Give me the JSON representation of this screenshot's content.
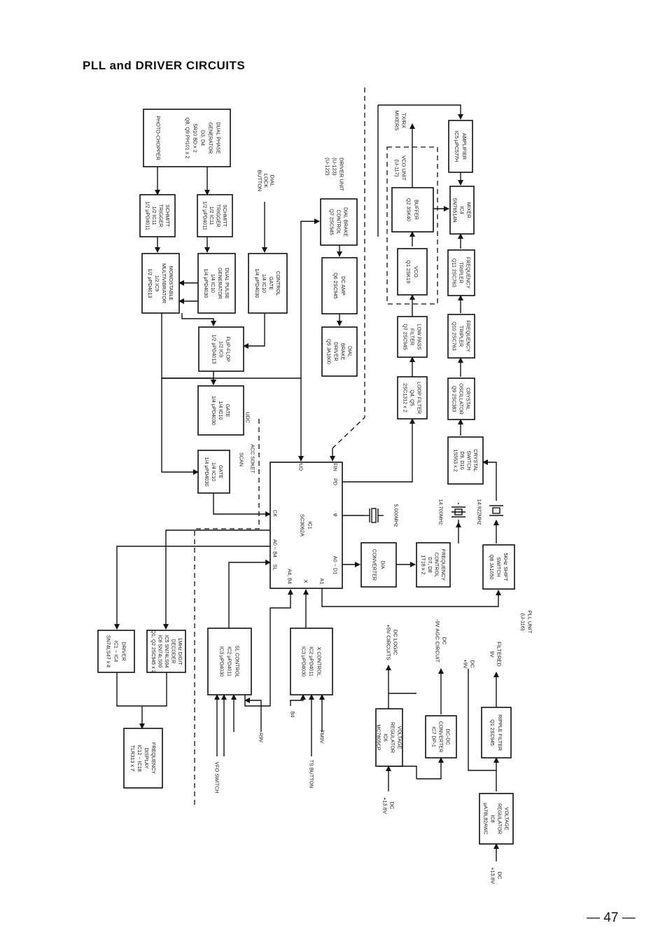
{
  "page": {
    "title": "PLL and DRIVER CIRCUITS",
    "number": "— 47 —"
  },
  "blocks": {
    "photo_chopper": [
      "PHOTO-CHOPPER"
    ],
    "dual_phase_gen": [
      "DUAL PHASE",
      "GENERATOR",
      "D3, D4",
      "SR10 BD x 2",
      "Q8, Q9 PH101 x 2"
    ],
    "schmitt_1": [
      "SCHMITT",
      "TRIGGER",
      "1/2 IC11",
      "1/2 μPD4011"
    ],
    "schmitt_2": [
      "SCHMITT",
      "TRIGGER",
      "1/2 IC11",
      "1/2 μPD4011"
    ],
    "monostable": [
      "MONOSTABLE",
      "MULTIVIBRATOR",
      "1/2 IC9",
      "1/2 μPD4013"
    ],
    "dual_pulse_gen": [
      "DUAL PULSE",
      "GENERATOR",
      "1/4 IC10",
      "1/4 μPD4030"
    ],
    "control_gate": [
      "CONTROL",
      "GATE",
      "1/4 IC10",
      "1/4 μPD4030"
    ],
    "flip_flop": [
      "FLIP-FLOP",
      "1/2 IC9",
      "1/2 μPD4013"
    ],
    "gate_udc": [
      "GATE",
      "1/4 IC10",
      "1/4 μPD4030"
    ],
    "gate_scan": [
      "GATE",
      "1/4 IC10",
      "1/4 μPD4030"
    ],
    "dial_brake_control": [
      "DIAL BRAKE",
      "CONTROL",
      "Q7 2SC945"
    ],
    "dc_amp": [
      "DC AMP",
      "Q6 2SC945"
    ],
    "dial_brake_driver": [
      "DIAL",
      "BRAKE",
      "DRIVER",
      "Q5 JA1600"
    ],
    "ic1": [
      "IC1",
      "SC3062A"
    ],
    "loop_filter": [
      "LOOP FILTER",
      "Q4, Q5",
      "2SC1312 x 2"
    ],
    "low_pass_filter": [
      "LOW PASS",
      "FILTER",
      "Q7 2SC945"
    ],
    "vco": [
      "VCO",
      "Q1 2SK19"
    ],
    "buffer": [
      "BUFFER",
      "Q2 3SK40"
    ],
    "amplifier": [
      "AMPLIFIER",
      "IC5 μPC577H"
    ],
    "mixer": [
      "MIXER",
      "IC4",
      "SN76514N"
    ],
    "freq_tripler_1": [
      "FREQUENCY",
      "TRIPLER",
      "Q11 2SC763"
    ],
    "freq_tripler_2": [
      "FREQUENCY",
      "TRIPLER",
      "Q10 2SC763"
    ],
    "crystal_osc": [
      "CRYSTAL",
      "OSCILLATOR",
      "Q9 2SC383"
    ],
    "crystal_switch": [
      "CRYSTAL",
      "SWITCH",
      "D9, D10",
      "1S553 x 2"
    ],
    "da_converter": [
      "D/A",
      "CONVERTER"
    ],
    "freq_control": [
      "FREQUENCY",
      "CONTROL",
      "D7, D8",
      "1T18 x 2"
    ],
    "shift_switch": [
      "5KHz SHIFT",
      "SWITCH",
      "Q8 JA1050"
    ],
    "driver": [
      "DRIVER",
      "IC1 ~ IC4",
      "SN74LS47 x 4"
    ],
    "digit_decoder": [
      "1MHz DIGIT",
      "DECODER",
      "IC5 SN74LS04",
      "IC6 SN74LS00",
      "Q1, Q2 2SC945 x 2"
    ],
    "freq_display": [
      "FREQUENCY",
      "DISPLAY",
      "IC12 ~ IC18",
      "TLR313 x 7"
    ],
    "sl_control": [
      "SL CONTROL",
      "IC2 μPD4011",
      "IC3 μPD4030"
    ],
    "x_control": [
      "X CONTROL",
      "IC2 μPD4011",
      "IC3 μPD4030"
    ],
    "vreg_ic6": [
      "VOLTAGE",
      "REGULATOR",
      "IC6",
      "MC7805CP"
    ],
    "dcdc_conv": [
      "DC-DC",
      "CONVERTER",
      "IC7 DP-1"
    ],
    "ripple_filter": [
      "RIPPLE FILTER",
      "Q1 2SC945"
    ],
    "vreg_ic8": [
      "VOLTAGE",
      "REGULATOR",
      "IC8",
      "μA78L82AWC"
    ]
  },
  "labels": {
    "driver_unit": [
      "DRIVER UNIT",
      "(U-123)",
      "(U-122)"
    ],
    "dial_lock": [
      "DIAL",
      "LOCK",
      "BUTTON"
    ],
    "vco_unit": [
      "VCO UNIT",
      "(U-117)"
    ],
    "txrx": [
      "TX/RX",
      "MIXERS"
    ],
    "pll_unit": [
      "PLL UNIT",
      "(U-116)"
    ],
    "scan": "SCAN",
    "acc_soket": "ACC SOKET",
    "udc": "UDC",
    "pin_ud": "UD",
    "pin_fin": "FIN",
    "pin_pd": "PD",
    "pin_phi": "φ",
    "pin_ck": "CK",
    "pin_sl": "SL",
    "pin_a0b4": "A0 ~ B4",
    "pin_a4b4": "A4, B4",
    "pin_x": "X",
    "pin_a1": "A1",
    "pin_a0d1": "A0 ~ D1",
    "xtal_5": "5.000MHz",
    "xtal_14700": "14.700MHz",
    "xtal_14922": "14.922MHz",
    "r9v": "R9V",
    "fm9v": "FM9V",
    "b4": "B4",
    "vfo_switch": "VFO SWITCH",
    "ts_button": "TS BUTTON",
    "dc_logic": [
      "DC  LOGIC",
      "+5V  CIRCUITS"
    ],
    "dc_agc": [
      "DC",
      "-9V AGC CIRCUIT"
    ],
    "dc_9v": [
      "DC",
      "+9V"
    ],
    "filtered_9v": [
      "FILTERED",
      "9V"
    ],
    "dc_138_a": [
      "DC",
      "+13.8V"
    ],
    "dc_138_b": [
      "DC",
      "+13.8V"
    ]
  }
}
